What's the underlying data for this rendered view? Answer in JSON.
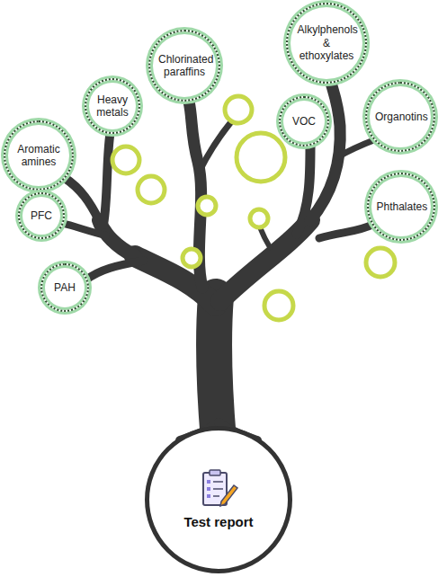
{
  "diagram": {
    "nodes": [
      {
        "text": [
          "Alkylphenols & ethoxylates"
        ]
      },
      {
        "text": [
          "Chlorinated paraffins"
        ]
      },
      {
        "text": [
          "Heavy metals"
        ]
      },
      {
        "text": [
          "Organotins"
        ]
      },
      {
        "text": [
          "VOC"
        ]
      },
      {
        "text": [
          "Aromatic amines"
        ]
      },
      {
        "text": [
          "Phthalates"
        ]
      },
      {
        "text": [
          "PFC"
        ]
      },
      {
        "text": [
          "PAH"
        ]
      },
      {
        "text": [
          "Test report"
        ]
      }
    ]
  }
}
